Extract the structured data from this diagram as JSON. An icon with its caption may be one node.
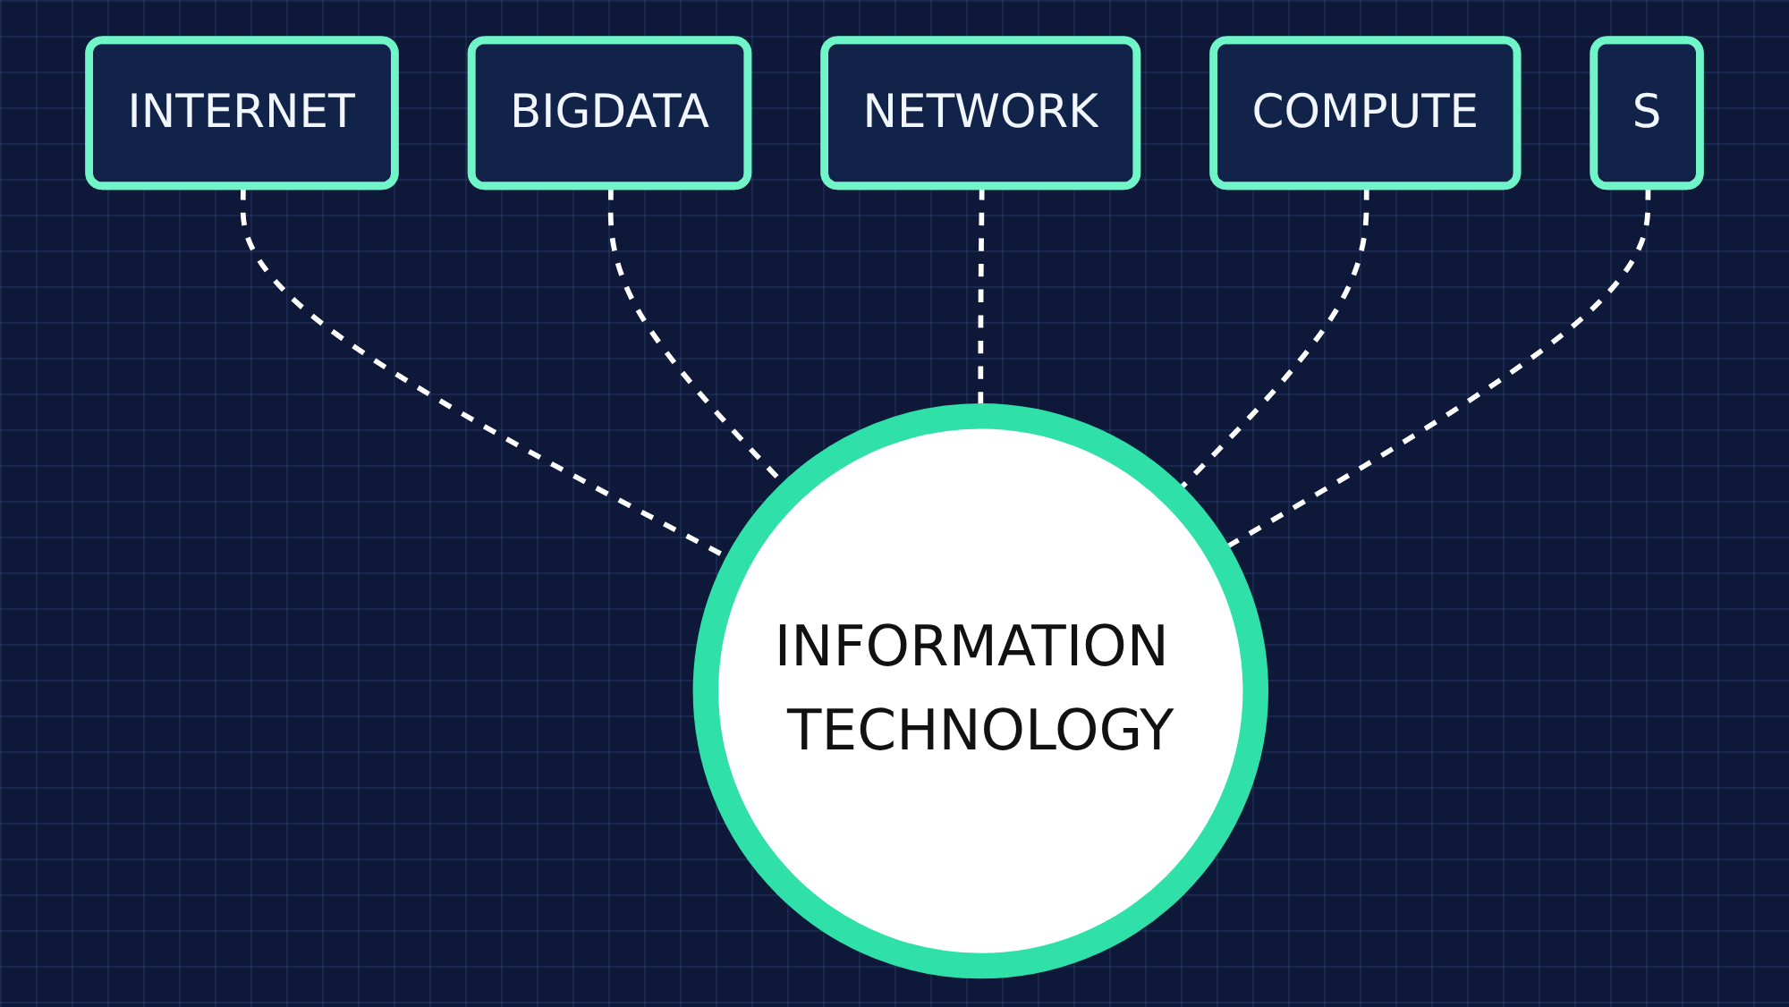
{
  "diagram": {
    "nodes": [
      {
        "text": [
          "INTERNET"
        ]
      },
      {
        "text": [
          "BIGDATA"
        ]
      },
      {
        "text": [
          "NETWORK"
        ]
      },
      {
        "text": [
          "COMPUTE"
        ]
      },
      {
        "text": [
          "S"
        ]
      },
      {
        "text": [
          "INFORMATION TECHNOLOGY"
        ]
      }
    ],
    "edges": [
      {
        "from": 0,
        "to": 5,
        "arrow": "none",
        "style": "dashed"
      },
      {
        "from": 1,
        "to": 5,
        "arrow": "none",
        "style": "dashed"
      },
      {
        "from": 2,
        "to": 5,
        "arrow": "none",
        "style": "dashed"
      },
      {
        "from": 3,
        "to": 5,
        "arrow": "none",
        "style": "dashed"
      },
      {
        "from": 4,
        "to": 5,
        "arrow": "none",
        "style": "dashed"
      }
    ]
  }
}
